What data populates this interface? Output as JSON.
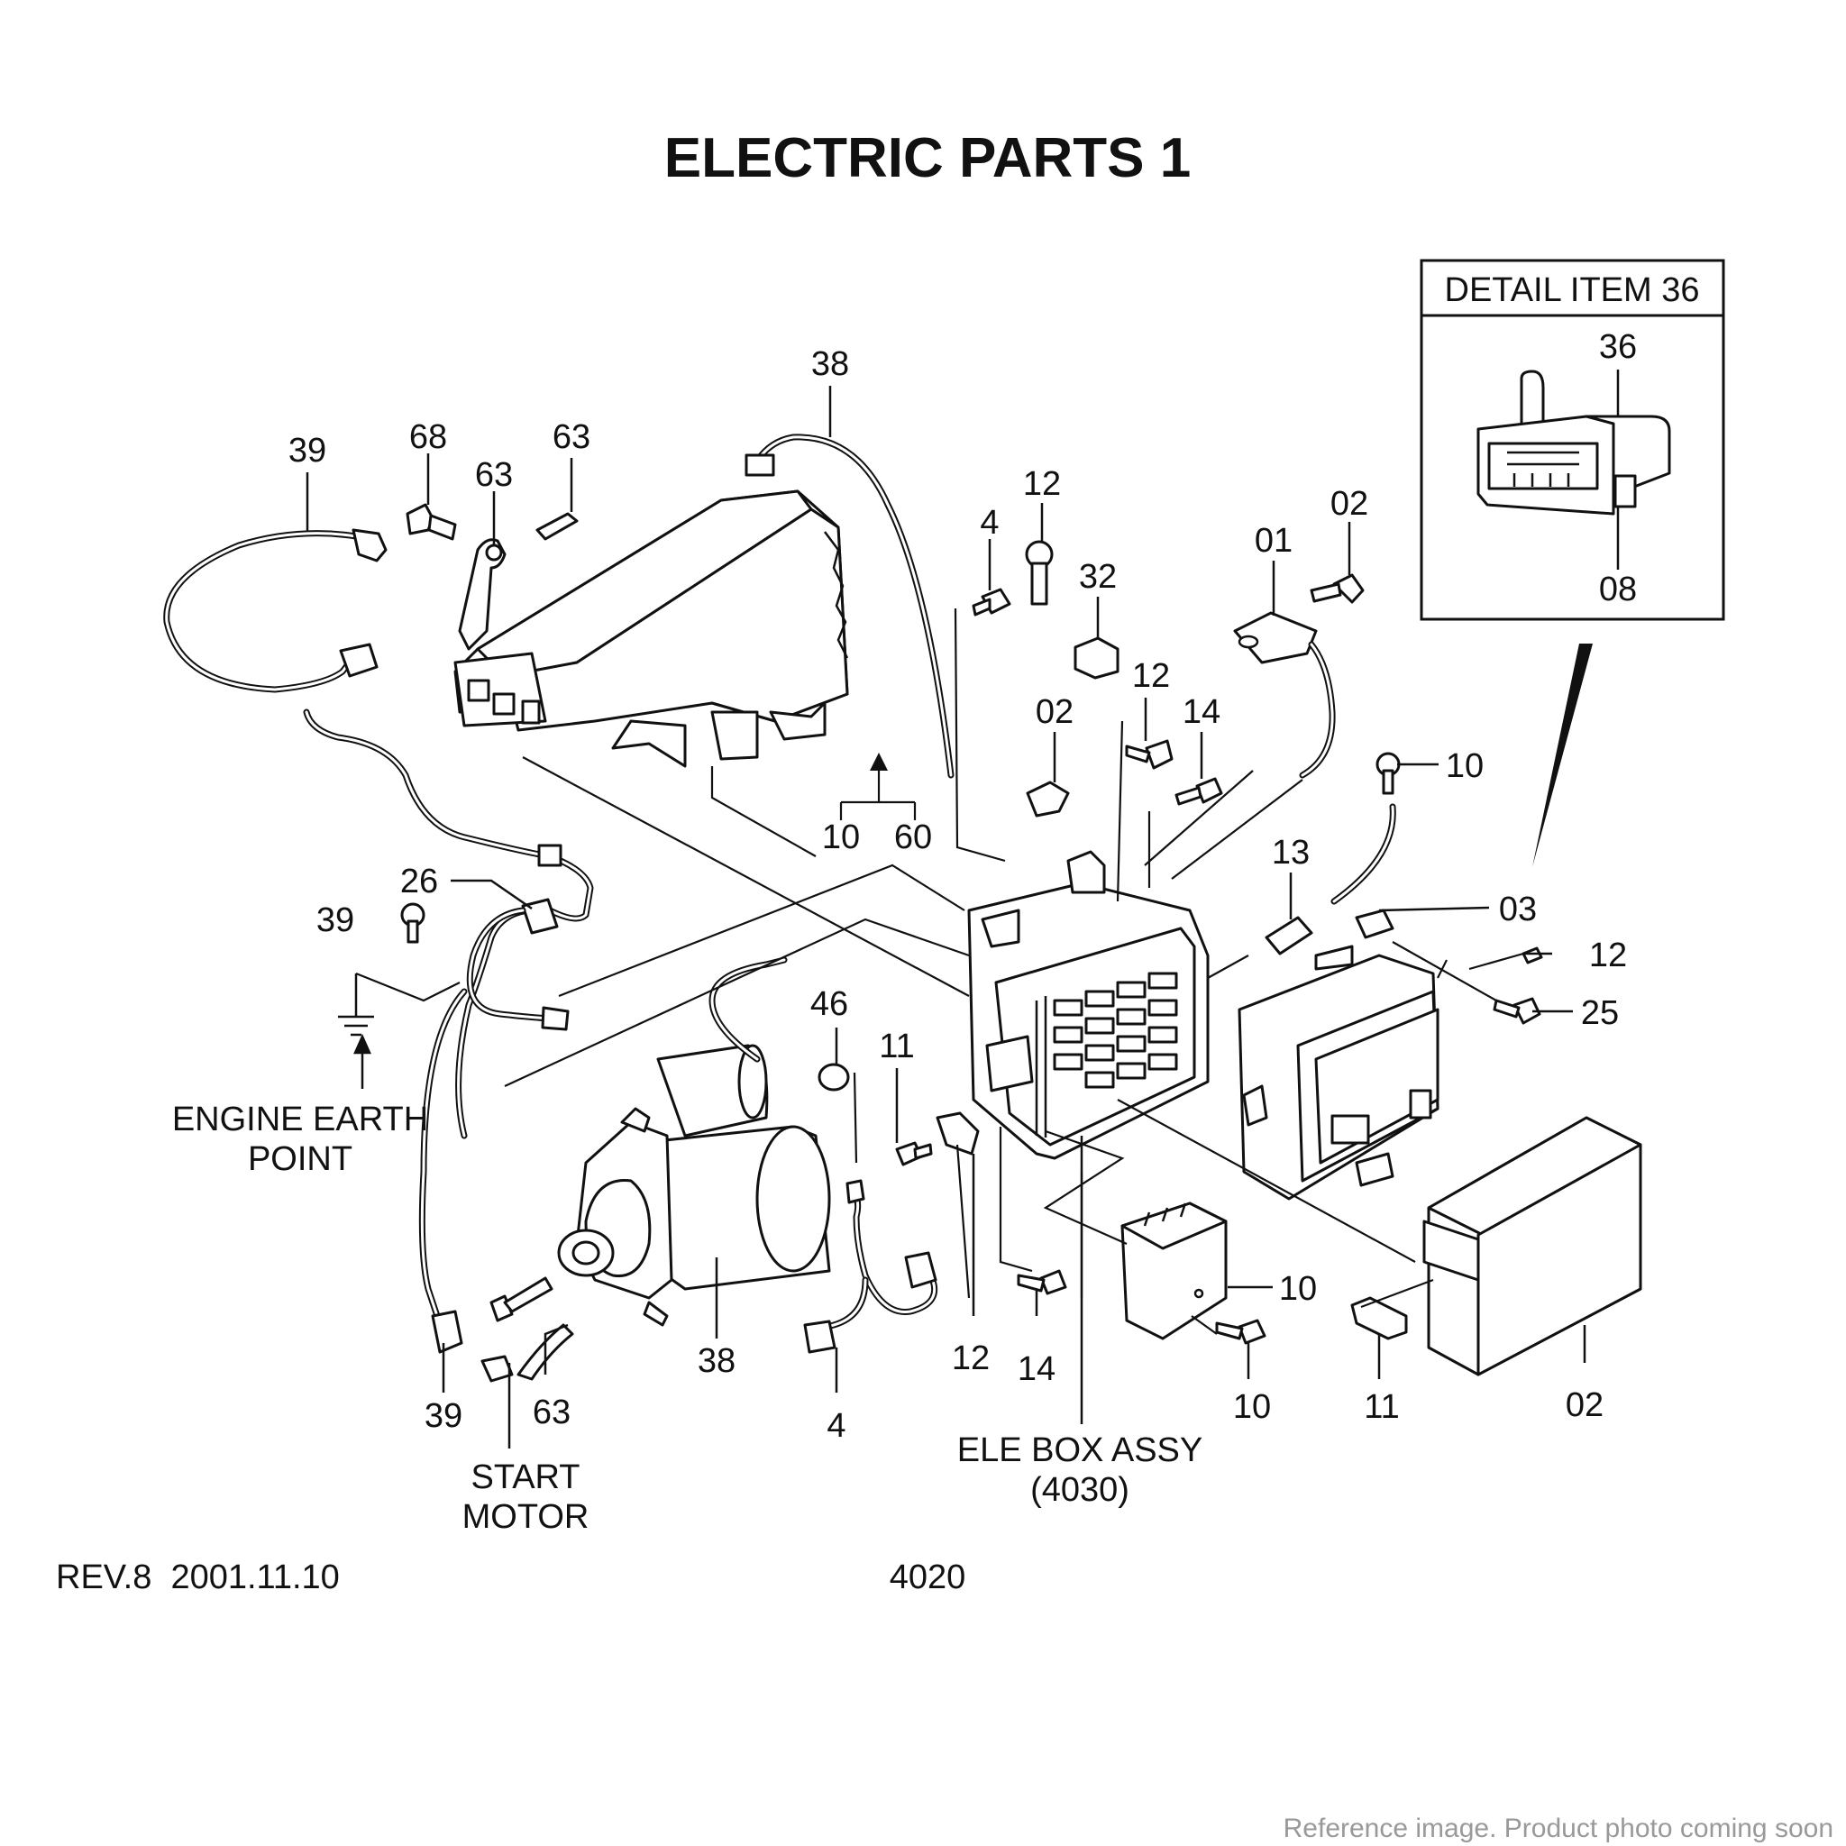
{
  "title": "ELECTRIC PARTS 1",
  "detail": {
    "title": "DETAIL ITEM 36",
    "labels": [
      "36",
      "08"
    ]
  },
  "callouts": {
    "c38_top": "38",
    "c39_top": "39",
    "c68": "68",
    "c63_a": "63",
    "c63_b": "63",
    "c4_top": "4",
    "c12_top": "12",
    "c32": "32",
    "c12_mid": "12",
    "c02_mid": "02",
    "c14_top": "14",
    "c01": "01",
    "c02_top": "02",
    "c10_right": "10",
    "c10_arrow": "10",
    "c60_arrow": "60",
    "c26": "26",
    "c39_mid": "39",
    "c13": "13",
    "c03": "03",
    "c12_right": "12",
    "c25": "25",
    "c46": "46",
    "c11_top": "11",
    "c38_bottom": "38",
    "c4_bottom": "4",
    "c12_bottom": "12",
    "c14_bottom": "14",
    "c10_relay": "10",
    "c10_bottom": "10",
    "c11_bottom": "11",
    "c02_bottom": "02",
    "c39_bottom": "39",
    "c63_bottom": "63"
  },
  "notes": {
    "engine_earth_1": "ENGINE EARTH",
    "engine_earth_2": "POINT",
    "start_motor_1": "START",
    "start_motor_2": "MOTOR",
    "ele_box_1": "ELE BOX ASSY",
    "ele_box_2": "(4030)"
  },
  "footer": {
    "revision": "REV.8  2001.11.10",
    "page_number": "4020",
    "placeholder_note": "Reference image. Product photo coming soon"
  }
}
